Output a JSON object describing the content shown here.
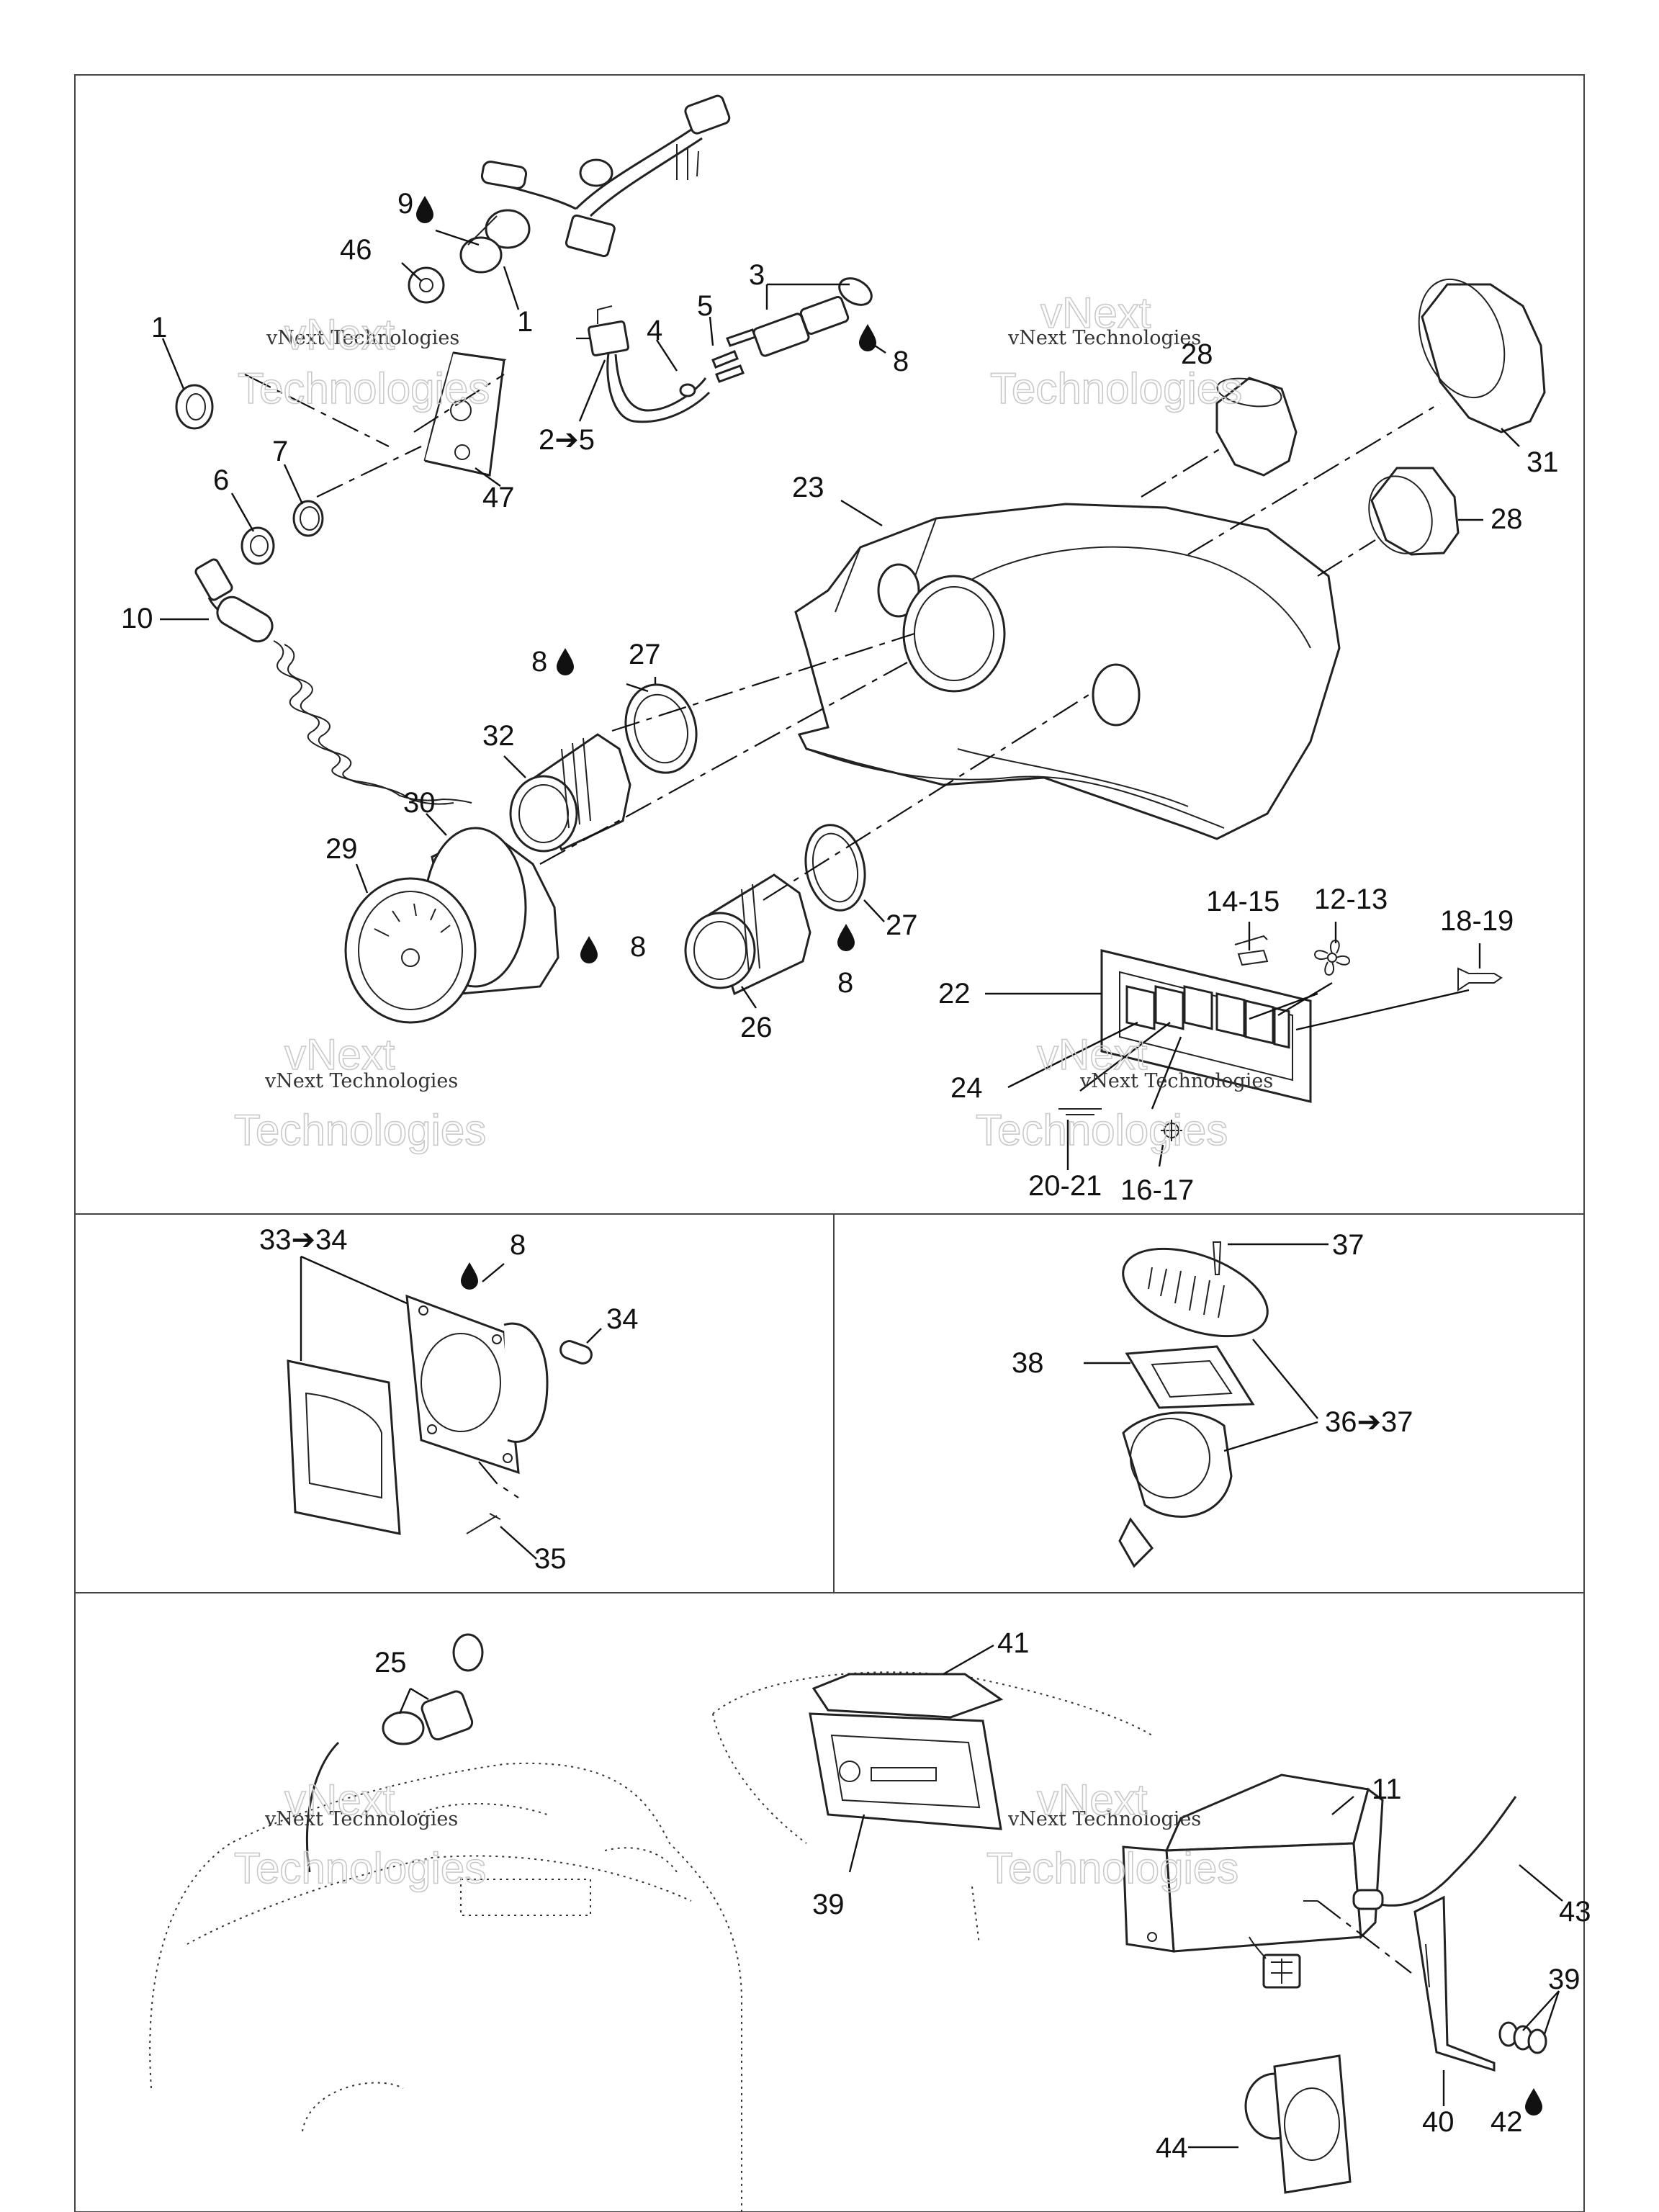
{
  "callouts": {
    "c1": "1",
    "c1b": "1",
    "c46": "46",
    "c9": "9",
    "c5": "5",
    "c4": "4",
    "c3": "3",
    "c8a": "8",
    "c25to5": "2➔5",
    "c7": "7",
    "c6": "6",
    "c47": "47",
    "c10": "10",
    "c28a": "28",
    "c31": "31",
    "c28b": "28",
    "c23": "23",
    "c8b": "8",
    "c27a": "27",
    "c32": "32",
    "c30": "30",
    "c29": "29",
    "c8c": "8",
    "c27b": "27",
    "c8d": "8",
    "c26": "26",
    "c1415": "14-15",
    "c1213": "12-13",
    "c1819": "18-19",
    "c22": "22",
    "c24": "24",
    "c2021": "20-21",
    "c1617": "16-17",
    "c33to34": "33➔34",
    "c8e": "8",
    "c34": "34",
    "c35": "35",
    "c37": "37",
    "c38": "38",
    "c36to37": "36➔37",
    "c25": "25",
    "c41": "41",
    "c39a": "39",
    "c11": "11",
    "c43": "43",
    "c39b": "39",
    "c40": "40",
    "c42": "42",
    "c44": "44"
  },
  "watermark": {
    "line1": "vNext Technologies",
    "line2a": "vNext",
    "line2b": "Technologies"
  },
  "icons": [
    "drop-icon",
    "fan-icon",
    "horn-icon",
    "light-icon",
    "wiper-icon",
    "arrow-icon"
  ]
}
